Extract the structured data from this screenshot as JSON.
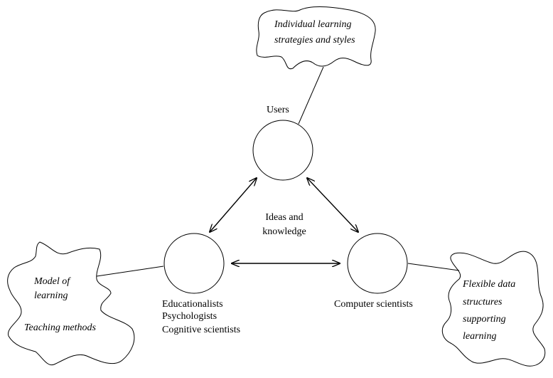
{
  "nodes": {
    "users": {
      "label": "Users"
    },
    "educationalists": {
      "lines": [
        "Educationalists",
        "Psychologists",
        "Cognitive scientists"
      ]
    },
    "computer_scientists": {
      "label": "Computer scientists"
    }
  },
  "center": {
    "lines": [
      "Ideas and",
      "knowledge"
    ]
  },
  "clouds": {
    "top": {
      "lines": [
        "Individual learning",
        "strategies and styles"
      ]
    },
    "left": {
      "lines": [
        "Model of",
        "learning",
        "Teaching methods"
      ]
    },
    "right": {
      "lines": [
        "Flexible data",
        "structures",
        "supporting",
        "learning"
      ]
    }
  }
}
